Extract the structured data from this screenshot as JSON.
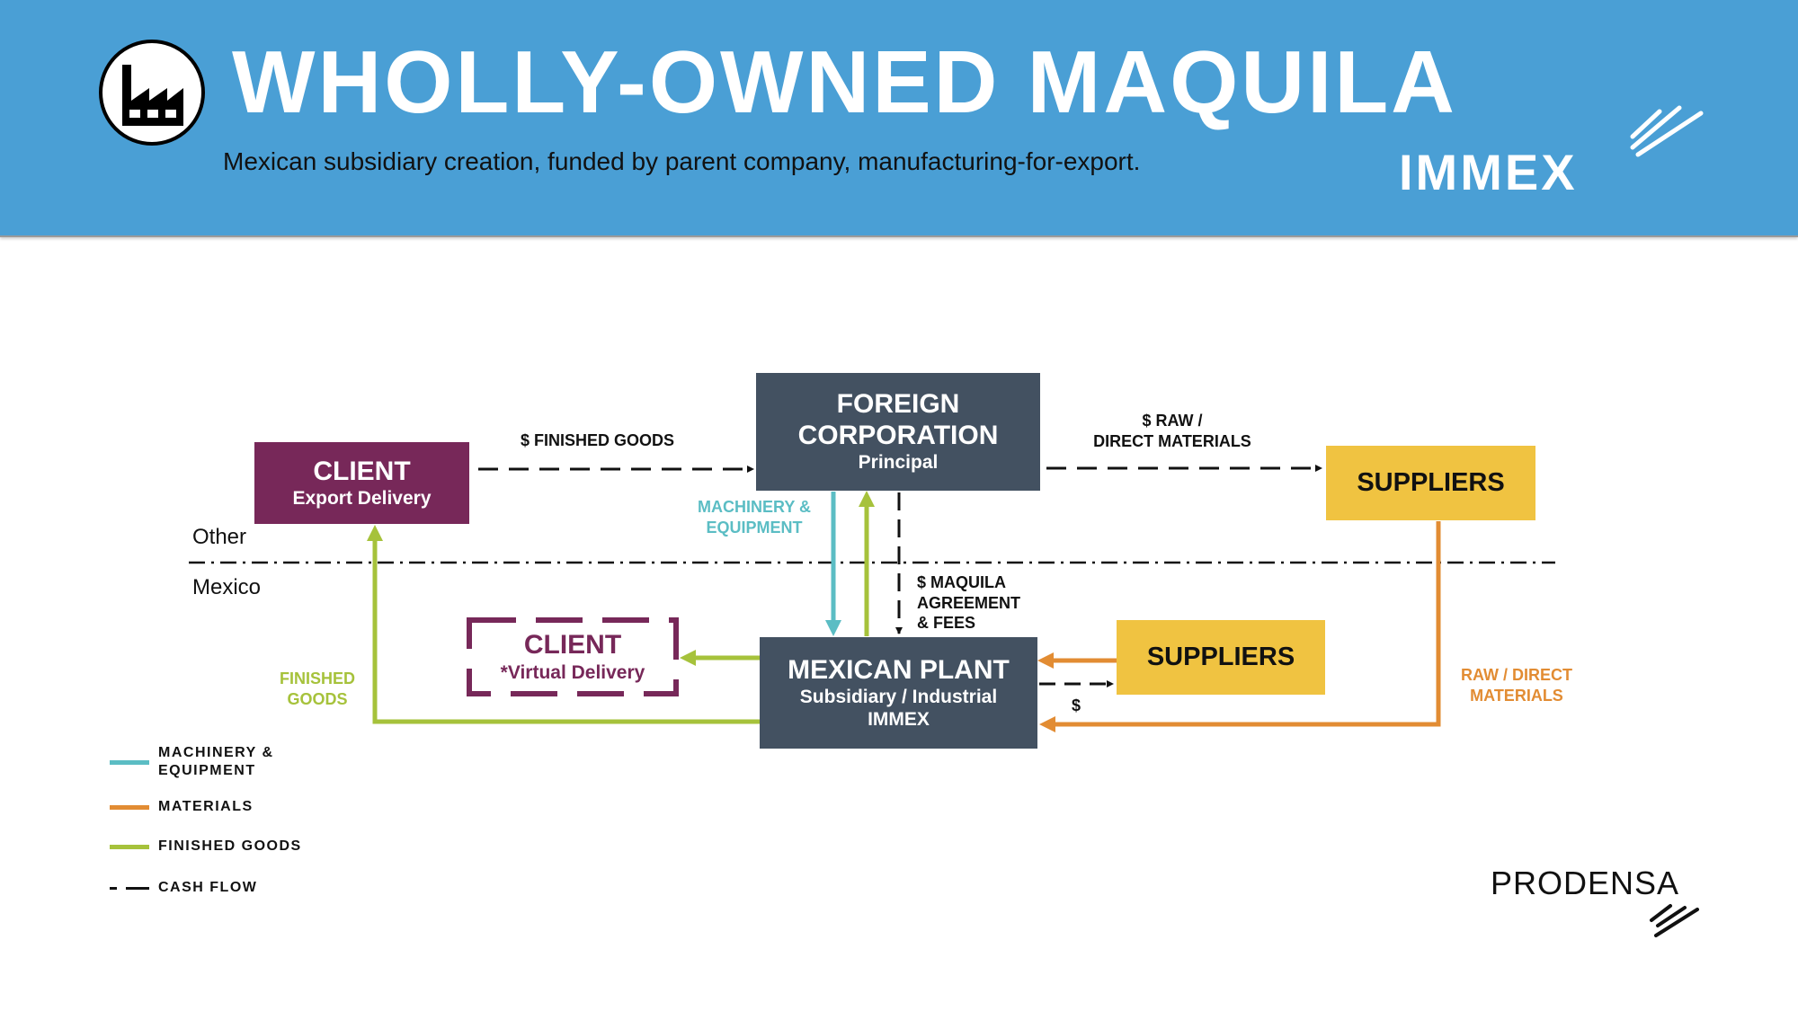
{
  "header": {
    "title": "WHOLLY-OWNED MAQUILA",
    "subtitle": "Mexican subsidiary creation, funded by parent company, manufacturing-for-export.",
    "program": "IMMEX",
    "icon": "factory-icon",
    "background_color": "#4a9fd5"
  },
  "regions": {
    "upper": "Other",
    "lower": "Mexico"
  },
  "nodes": {
    "client_export": {
      "title": "CLIENT",
      "subtitle": "Export Delivery",
      "color": "#772859"
    },
    "foreign_corp": {
      "title_line1": "FOREIGN",
      "title_line2": "CORPORATION",
      "subtitle": "Principal",
      "color": "#435161"
    },
    "suppliers_foreign": {
      "title": "SUPPLIERS",
      "color": "#f0c341"
    },
    "client_virtual": {
      "title": "CLIENT",
      "subtitle": "*Virtual Delivery",
      "color": "#772859"
    },
    "mexican_plant": {
      "title": "MEXICAN PLANT",
      "subtitle_line1": "Subsidiary / Industrial",
      "subtitle_line2": "IMMEX",
      "color": "#435161"
    },
    "suppliers_local": {
      "title": "SUPPLIERS",
      "color": "#f0c341"
    }
  },
  "flow_labels": {
    "finished_goods_cash": "$ FINISHED GOODS",
    "raw_materials_cash_line1": "$ RAW /",
    "raw_materials_cash_line2": "DIRECT MATERIALS",
    "machinery_line1": "MACHINERY &",
    "machinery_line2": "EQUIPMENT",
    "maquila_line1": "$ MAQUILA",
    "maquila_line2": "AGREEMENT",
    "maquila_line3": "& FEES",
    "finished_goods_line1": "FINISHED",
    "finished_goods_line2": "GOODS",
    "local_supplier_cash": "$",
    "raw_direct_line1": "RAW / DIRECT",
    "raw_direct_line2": "MATERIALS"
  },
  "legend": [
    {
      "line1": "MACHINERY &",
      "line2": "EQUIPMENT",
      "color": "#5bbdc4",
      "style": "solid"
    },
    {
      "line1": "MATERIALS",
      "line2": "",
      "color": "#e28c33",
      "style": "solid"
    },
    {
      "line1": "FINISHED GOODS",
      "line2": "",
      "color": "#a6c23b",
      "style": "solid"
    },
    {
      "line1": "CASH FLOW",
      "line2": "",
      "color": "#111111",
      "style": "dashed"
    }
  ],
  "colors": {
    "machinery": "#5bbdc4",
    "materials": "#e28c33",
    "finished_goods": "#a6c23b",
    "cash": "#111111"
  },
  "brand": {
    "name": "PRODENSA"
  }
}
